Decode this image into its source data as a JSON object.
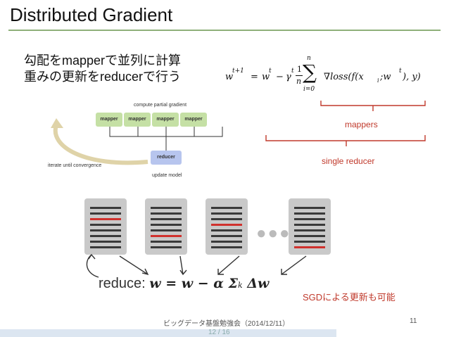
{
  "slide": {
    "title": "Distributed Gradient",
    "bullets": [
      "勾配をmapperで並列に計算",
      "重みの更新をreducerで行う"
    ],
    "formula": {
      "lhs": "w",
      "lhs_sup": "t+1",
      "rhs_w": "w",
      "rhs_w_sup": "t",
      "gamma": "γ",
      "gamma_sup": "t",
      "frac_num": "1",
      "frac_den": "n",
      "sum_top": "n",
      "sum_bottom": "i=0",
      "grad_term": "∇loss(f(x",
      "grad_sub": "i",
      "grad_mid": " ;w",
      "grad_sup": "t",
      "grad_end": "), y)"
    },
    "brace_labels": {
      "mappers": "mappers",
      "reducer": "single reducer"
    },
    "mapreduce_diagram": {
      "top_label": "compute partial gradient",
      "mappers": [
        "mapper",
        "mapper",
        "mapper",
        "mapper"
      ],
      "reducer": "reducer",
      "bottom_label": "update model",
      "loop_label": "iterate until convergence",
      "mapper_color": "#c5e0a5",
      "reducer_color": "#b7c5ee"
    },
    "reduce_formula": {
      "prefix": "reduce:",
      "math": "w = w − α Σ",
      "sub": "k",
      "end": " Δw"
    },
    "sgd_note": "SGDによる更新も可能",
    "footer": {
      "text": "ビッグデータ基盤勉強会（2014/12/11）",
      "slide_number": "11"
    },
    "page_indicator": "12 / 16",
    "colors": {
      "accent_red": "#c0392b",
      "title_rule": "#8fb07a"
    }
  }
}
